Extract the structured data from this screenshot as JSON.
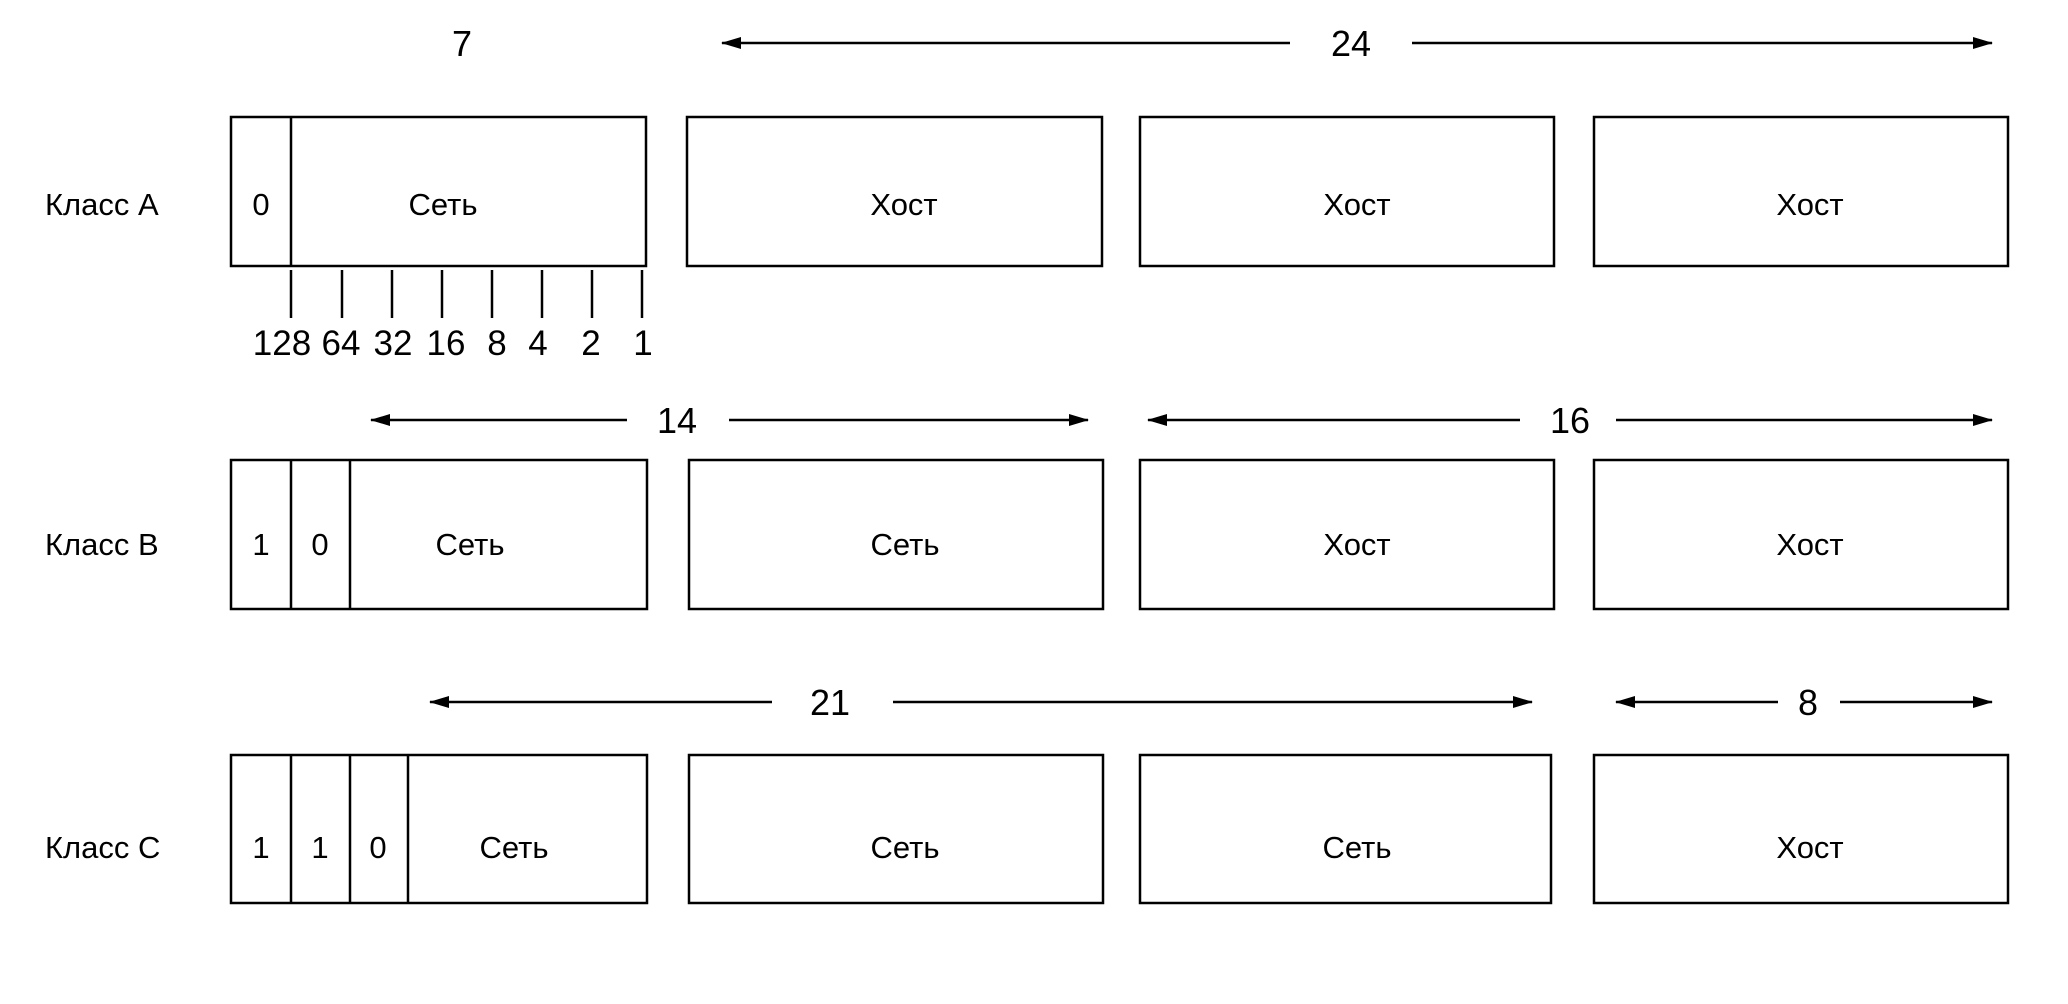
{
  "class_a": {
    "label": "Класс А",
    "span_network": "7",
    "span_host": "24",
    "bit_0": "0",
    "seg1": "Сеть",
    "seg2": "Хост",
    "seg3": "Хост",
    "seg4": "Хост",
    "bit_weights": [
      "128",
      "64",
      "32",
      "16",
      "8",
      "4",
      "2",
      "1"
    ]
  },
  "class_b": {
    "label": "Класс В",
    "span_network": "14",
    "span_host": "16",
    "bit_0": "1",
    "bit_1": "0",
    "seg1": "Сеть",
    "seg2": "Сеть",
    "seg3": "Хост",
    "seg4": "Хост"
  },
  "class_c": {
    "label": "Класс С",
    "span_network": "21",
    "span_host": "8",
    "bit_0": "1",
    "bit_1": "1",
    "bit_2": "0",
    "seg1": "Сеть",
    "seg2": "Сеть",
    "seg3": "Сеть",
    "seg4": "Хост"
  }
}
